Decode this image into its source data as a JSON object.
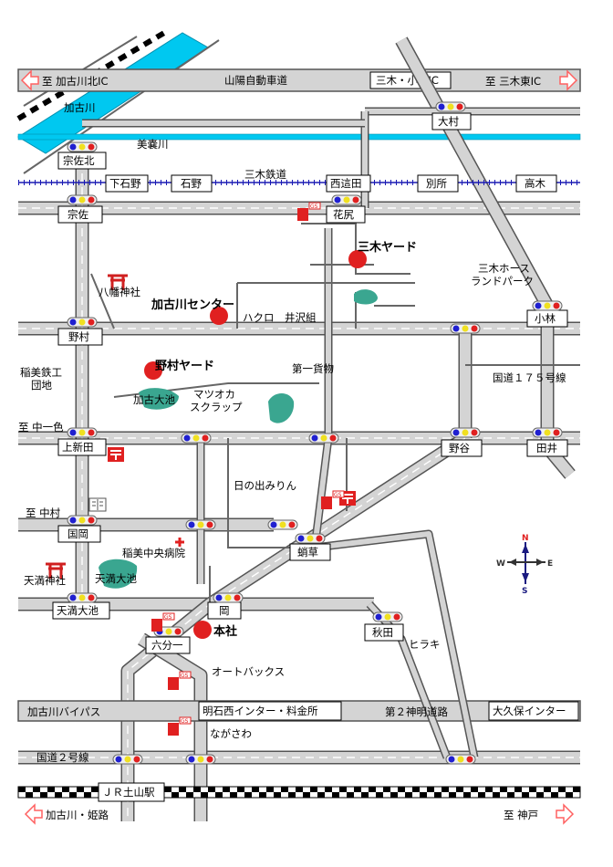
{
  "colors": {
    "river": "#00c8f0",
    "road": "#d4d4d4",
    "road_edge": "#555555",
    "rail_line": "#1a1ab4",
    "marker_red": "#e02020",
    "shrine": "#d02020",
    "pond": "#3aa690",
    "direction_arrow": "#ff6060"
  },
  "highways": {
    "sanyo": "山陽自動車道",
    "west_end": "至 加古川北IC",
    "east_end": "至 三木東IC",
    "interchange": "三木・小野IC",
    "bypass": "加古川バイパス",
    "bypass_interchange": "明石西インター・料金所",
    "daini_shinmei": "第２神明道路",
    "okubo_interchange": "大久保インター",
    "route2": "国道２号線",
    "route175": "国道１７５号線"
  },
  "rivers": {
    "kakogawa": "加古川",
    "minogawa": "美嚢川"
  },
  "railways": {
    "miki_railway": "三木鉄道",
    "jr_station": "ＪＲ土山駅",
    "stations": [
      "下石野",
      "石野",
      "西這田",
      "別所",
      "高木"
    ],
    "west_dest": "加古川・姫路",
    "east_dest": "至 神戸"
  },
  "intersections": [
    "大村",
    "宗佐北",
    "宗佐",
    "花尻",
    "小林",
    "野村",
    "上新田",
    "野谷",
    "田井",
    "国岡",
    "蛸草",
    "天満大池",
    "岡",
    "六分一",
    "秋田"
  ],
  "company_sites": {
    "head_office": "本社",
    "kakogawa_center": "加古川センター",
    "miki_yard": "三木ヤード",
    "nomura_yard": "野村ヤード"
  },
  "landmarks": {
    "hachiman_shrine": "八幡神社",
    "tenman_shrine": "天満神社",
    "inami_industrial": [
      "稲美鉄工",
      "団地"
    ],
    "kako_pond": "加古大池",
    "tenman_pond": "天満大池",
    "matsuoka": [
      "マツオカ",
      "スクラップ"
    ],
    "daiichi_kamotsu": "第一貨物",
    "hakuro": "ハクロ",
    "isawa": "井沢組",
    "miki_horse": [
      "三木ホース",
      "ランドパーク"
    ],
    "hinode": "日の出みりん",
    "hospital": "稲美中央病院",
    "autobacs": "オートバックス",
    "nagasawa": "ながさわ",
    "hirake": "ヒラキ",
    "gs": "GS"
  },
  "direction_labels": {
    "to_nakaichishiki": "至 中一色",
    "to_nakamura": "至 中村"
  },
  "compass": {
    "n": "N",
    "s": "S",
    "e": "E",
    "w": "W"
  }
}
